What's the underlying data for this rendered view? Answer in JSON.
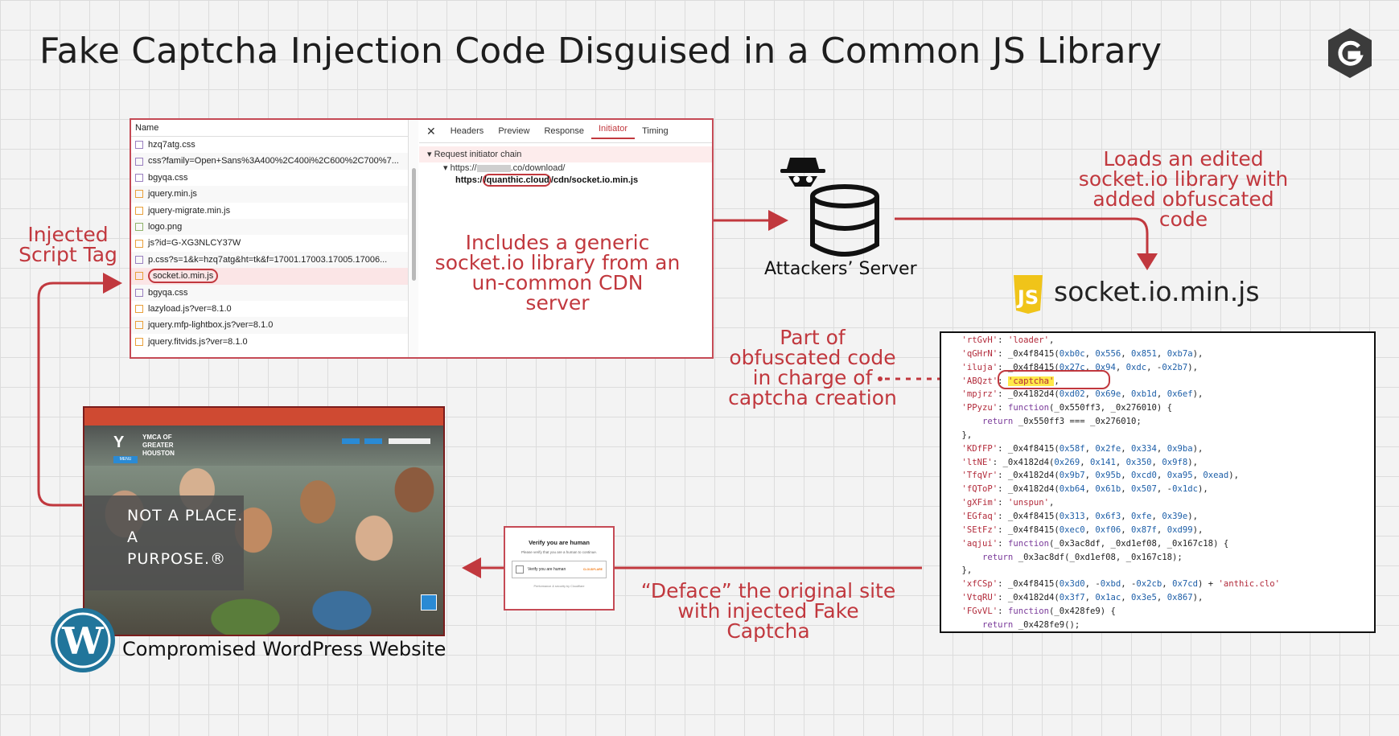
{
  "title": "Fake Captcha Injection Code Disguised in a Common JS Library",
  "brand_logo": "g-shield-logo",
  "colors": {
    "accent_red": "#c1383e",
    "devtools_border": "#c54a55"
  },
  "devtools": {
    "name_header": "Name",
    "files": [
      {
        "name": "hzq7atg.css",
        "type": "css"
      },
      {
        "name": "css?family=Open+Sans%3A400%2C400i%2C600%2C700%7...",
        "type": "css"
      },
      {
        "name": "bgyqa.css",
        "type": "css"
      },
      {
        "name": "jquery.min.js",
        "type": "js"
      },
      {
        "name": "jquery-migrate.min.js",
        "type": "js"
      },
      {
        "name": "logo.png",
        "type": "img"
      },
      {
        "name": "js?id=G-XG3NLCY37W",
        "type": "js"
      },
      {
        "name": "p.css?s=1&k=hzq7atg&ht=tk&f=17001.17003.17005.17006...",
        "type": "css"
      },
      {
        "name": "socket.io.min.js",
        "type": "js",
        "selected": true
      },
      {
        "name": "bgyqa.css",
        "type": "css"
      },
      {
        "name": "lazyload.js?ver=8.1.0",
        "type": "js"
      },
      {
        "name": "jquery.mfp-lightbox.js?ver=8.1.0",
        "type": "js"
      },
      {
        "name": "jquery.fitvids.js?ver=8.1.0",
        "type": "js"
      }
    ],
    "tabs": [
      "Headers",
      "Preview",
      "Response",
      "Initiator",
      "Timing"
    ],
    "active_tab": "Initiator",
    "close_glyph": "✕",
    "initiator_title": "Request initiator chain",
    "initiator_url1_prefix": "https://",
    "initiator_url1_suffix": ".co/download/",
    "initiator_url2_prefix": "https:/",
    "initiator_url2_host": "/quanthic.cloud",
    "initiator_url2_suffix": "/cdn/socket.io.min.js"
  },
  "labels": {
    "injected": [
      "Injected",
      "Script Tag"
    ],
    "includes": [
      "Includes a generic",
      "socket.io library from an",
      "un-common CDN",
      "server"
    ],
    "server": "Attackers’ Server",
    "loads": [
      "Loads an edited",
      "socket.io library with",
      "added obfuscated",
      "code"
    ],
    "socket_file": "socket.io.min.js",
    "part_of": [
      "Part of",
      "obfuscated code",
      "in charge of",
      "captcha creation"
    ],
    "deface": [
      "“Deface” the original site",
      "with injected Fake Captcha"
    ],
    "wordpress": "Compromised WordPress Website"
  },
  "code_lines": [
    "    'rtGvH': 'loader',",
    "    'qGHrN': _0x4f8415(0xb0c, 0x556, 0x851, 0xb7a),",
    "    'iluja': _0x4f8415(0x27c, 0x94, 0xdc, -0x2b7),",
    "    'ABQzt': 'captcha',",
    "    'mpjrz': _0x4182d4(0xd02, 0x69e, 0xb1d, 0x6ef),",
    "    'PPyzu': function(_0x550ff3, _0x276010) {",
    "        return _0x550ff3 === _0x276010;",
    "    },",
    "    'KDfFP': _0x4f8415(0x58f, 0x2fe, 0x334, 0x9ba),",
    "    'ltNE': _0x4182d4(0x269, 0x141, 0x350, 0x9f8),",
    "    'TfqVr': _0x4182d4(0x9b7, 0x95b, 0xcd0, 0xa95, 0xead),",
    "    'fQToP': _0x4182d4(0xb64, 0x61b, 0x507, -0x1dc),",
    "    'gXFim': 'unspun',",
    "    'EGfaq': _0x4f8415(0x313, 0x6f3, 0xfe, 0x39e),",
    "    'SEtFz': _0x4f8415(0xec0, 0xf06, 0x87f, 0xd99),",
    "    'aqjui': function(_0x3ac8df, _0xd1ef08, _0x167c18) {",
    "        return _0x3ac8df(_0xd1ef08, _0x167c18);",
    "    },",
    "    'xfCSp': _0x4f8415(0x3d0, -0xbd, -0x2cb, 0x7cd) + 'anthic.clo'",
    "    'VtqRU': _0x4182d4(0x3f7, 0x1ac, 0x3e5, 0x867),",
    "    'FGvVL': function(_0x428fe9) {",
    "        return _0x428fe9();"
  ],
  "website": {
    "org": [
      "YMCA OF",
      "GREATER",
      "HOUSTON"
    ],
    "tagline": [
      "NOT A PLACE.",
      "A",
      "PURPOSE.®"
    ],
    "menu": "MENU"
  },
  "captcha": {
    "heading": "Verify you are human",
    "sub": "Please verify that you are a human to continue.",
    "checkbox_label": "Verify you are human",
    "provider": "CLOUDFLARE",
    "footer": "Performance & security by Cloudflare"
  }
}
